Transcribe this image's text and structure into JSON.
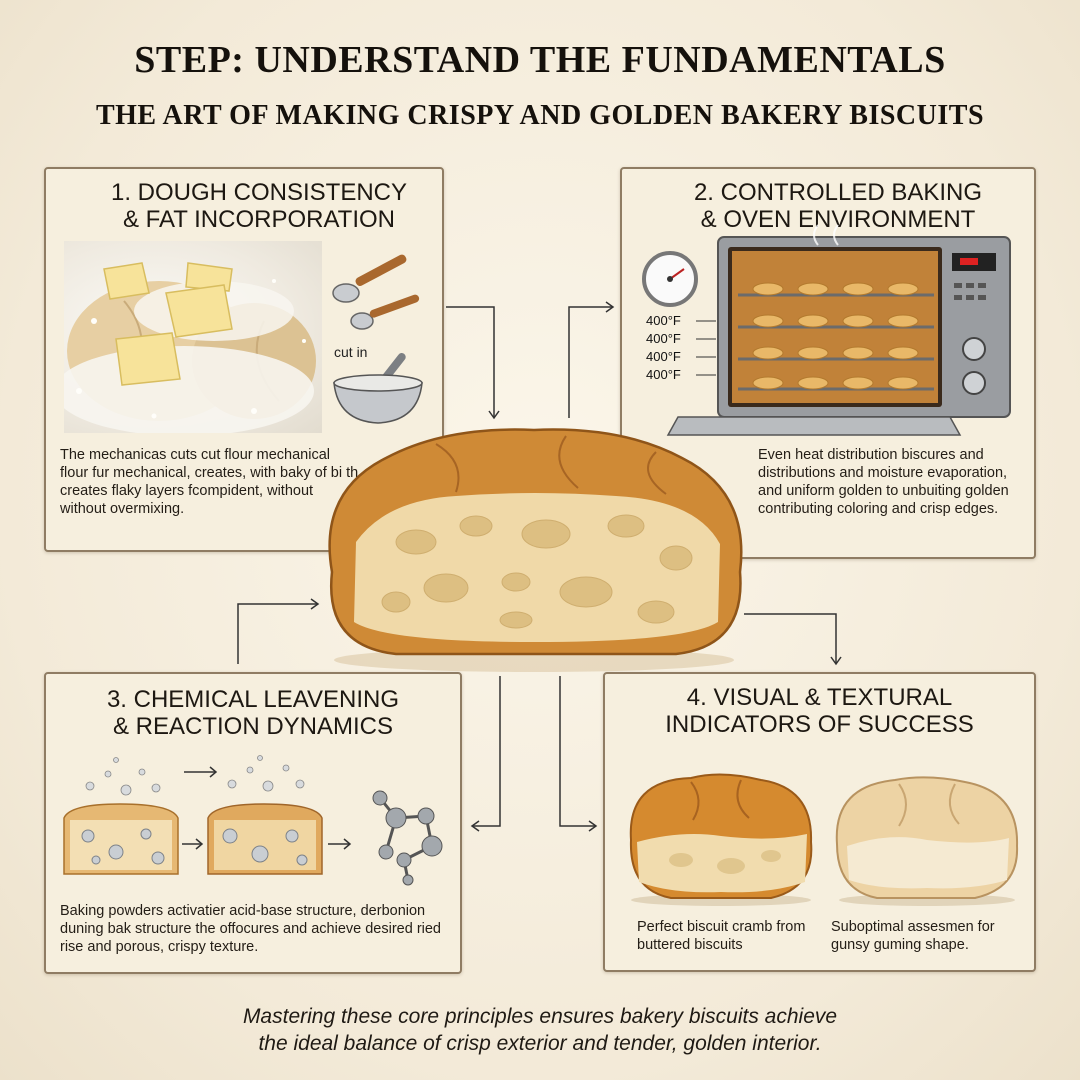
{
  "header": {
    "title": "STEP: UNDERSTAND THE FUNDAMENTALS",
    "subtitle": "THE ART OF MAKING CRISPY AND GOLDEN BAKERY BISCUITS"
  },
  "panels": [
    {
      "heading_line1": "1. DOUGH CONSISTENCY",
      "heading_line2": "& FAT INCORPORATION",
      "tool_label": "cut in",
      "body": "The mechanicas cuts cut flour mechanical flour fur mechanical, creates, with baky of bi th creates flaky layers fcompident, without without overmixing."
    },
    {
      "heading_line1": "2. CONTROLLED BAKING",
      "heading_line2": "& OVEN ENVIRONMENT",
      "temperatures": [
        "400°F",
        "400°F",
        "400°F",
        "400°F"
      ],
      "body": "Even heat distribution biscures and distributions and moisture evaporation, and uniform golden to unbuiting golden contributing coloring and crisp edges."
    },
    {
      "heading_line1": "3. CHEMICAL LEAVENING",
      "heading_line2": "& REACTION DYNAMICS",
      "body": "Baking powders activatier acid-base structure, derbonion duning bak structure the offocures and achieve desired ried rise and porous, crispy texture."
    },
    {
      "heading_line1": "4. VISUAL & TEXTURAL",
      "heading_line2": "INDICATORS OF SUCCESS",
      "caption_good": "Perfect biscuit cramb from buttered biscuits",
      "caption_bad": "Suboptimal assesmen for gunsy guming shape."
    }
  ],
  "closing": {
    "line1": "Mastering these core principles ensures bakery biscuits achieve",
    "line2": "the ideal balance of crisp exterior and tender, golden interior."
  },
  "colors": {
    "background": "#f3ead8",
    "panel_bg": "#f6efde",
    "panel_border": "#8f7c63",
    "biscuit_crust": "#c98a3c",
    "biscuit_crumb": "#f1dcae",
    "oven_steel": "#8a8d90"
  }
}
